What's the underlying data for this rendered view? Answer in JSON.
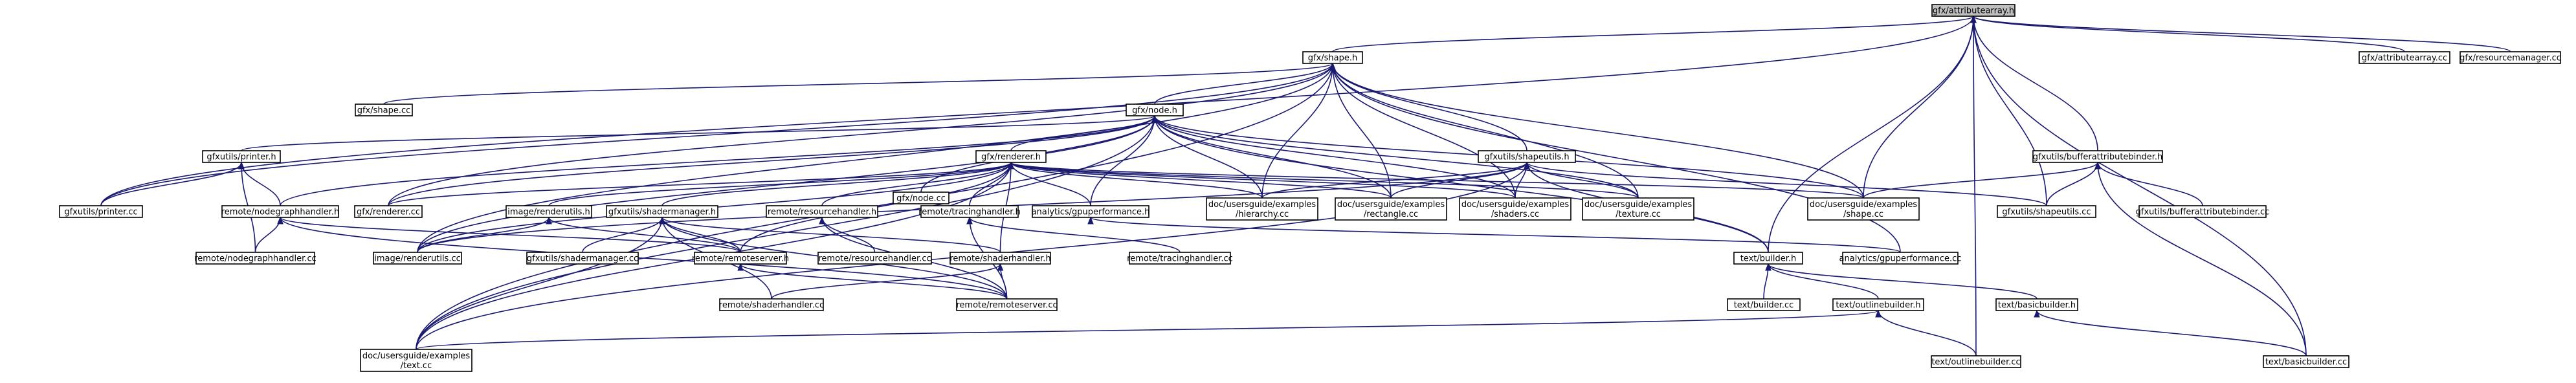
{
  "graph": {
    "nodes": [
      {
        "id": "attributearray_h",
        "lines": [
          "gfx/attributearray.h"
        ],
        "focus": true
      },
      {
        "id": "shape_h",
        "lines": [
          "gfx/shape.h"
        ]
      },
      {
        "id": "attributearray_cc",
        "lines": [
          "gfx/attributearray.cc"
        ]
      },
      {
        "id": "resourcemanager_cc",
        "lines": [
          "gfx/resourcemanager.cc"
        ]
      },
      {
        "id": "node_h",
        "lines": [
          "gfx/node.h"
        ]
      },
      {
        "id": "shape_cc",
        "lines": [
          "gfx/shape.cc"
        ]
      },
      {
        "id": "printer_h",
        "lines": [
          "gfxutils/printer.h"
        ]
      },
      {
        "id": "node_cc",
        "lines": [
          "gfx/node.cc"
        ]
      },
      {
        "id": "renderer_h",
        "lines": [
          "gfx/renderer.h"
        ]
      },
      {
        "id": "shapeutils_h",
        "lines": [
          "gfxutils/shapeutils.h"
        ]
      },
      {
        "id": "bufferattrbinder_h",
        "lines": [
          "gfxutils/bufferattributebinder.h"
        ]
      },
      {
        "id": "printer_cc",
        "lines": [
          "gfxutils/printer.cc"
        ]
      },
      {
        "id": "nodegraphhandler_h",
        "lines": [
          "remote/nodegraphhandler.h"
        ]
      },
      {
        "id": "renderer_cc",
        "lines": [
          "gfx/renderer.cc"
        ]
      },
      {
        "id": "renderutils_h",
        "lines": [
          "image/renderutils.h"
        ]
      },
      {
        "id": "shadermanager_h",
        "lines": [
          "gfxutils/shadermanager.h"
        ]
      },
      {
        "id": "resourcehandler_h",
        "lines": [
          "remote/resourcehandler.h"
        ]
      },
      {
        "id": "tracinghandler_h",
        "lines": [
          "remote/tracinghandler.h"
        ]
      },
      {
        "id": "gpuperformance_h",
        "lines": [
          "analytics/gpuperformance.h"
        ]
      },
      {
        "id": "hierarchy_cc",
        "lines": [
          "doc/usersguide/examples",
          "/hierarchy.cc"
        ]
      },
      {
        "id": "rectangle_cc",
        "lines": [
          "doc/usersguide/examples",
          "/rectangle.cc"
        ]
      },
      {
        "id": "shaders_cc",
        "lines": [
          "doc/usersguide/examples",
          "/shaders.cc"
        ]
      },
      {
        "id": "texture_cc",
        "lines": [
          "doc/usersguide/examples",
          "/texture.cc"
        ]
      },
      {
        "id": "ug_shape_cc",
        "lines": [
          "doc/usersguide/examples",
          "/shape.cc"
        ]
      },
      {
        "id": "shapeutils_cc",
        "lines": [
          "gfxutils/shapeutils.cc"
        ]
      },
      {
        "id": "bufferattrbinder_cc",
        "lines": [
          "gfxutils/bufferattributebinder.cc"
        ]
      },
      {
        "id": "nodegraphhandler_cc",
        "lines": [
          "remote/nodegraphhandler.cc"
        ]
      },
      {
        "id": "renderutils_cc",
        "lines": [
          "image/renderutils.cc"
        ]
      },
      {
        "id": "shadermanager_cc",
        "lines": [
          "gfxutils/shadermanager.cc"
        ]
      },
      {
        "id": "remoteserver_h",
        "lines": [
          "remote/remoteserver.h"
        ]
      },
      {
        "id": "resourcehandler_cc",
        "lines": [
          "remote/resourcehandler.cc"
        ]
      },
      {
        "id": "shaderhandler_h",
        "lines": [
          "remote/shaderhandler.h"
        ]
      },
      {
        "id": "tracinghandler_cc",
        "lines": [
          "remote/tracinghandler.cc"
        ]
      },
      {
        "id": "builder_h",
        "lines": [
          "text/builder.h"
        ]
      },
      {
        "id": "gpuperformance_cc",
        "lines": [
          "analytics/gpuperformance.cc"
        ]
      },
      {
        "id": "shaderhandler_cc",
        "lines": [
          "remote/shaderhandler.cc"
        ]
      },
      {
        "id": "remoteserver_cc",
        "lines": [
          "remote/remoteserver.cc"
        ]
      },
      {
        "id": "builder_cc",
        "lines": [
          "text/builder.cc"
        ]
      },
      {
        "id": "outlinebuilder_h",
        "lines": [
          "text/outlinebuilder.h"
        ]
      },
      {
        "id": "basicbuilder_h",
        "lines": [
          "text/basicbuilder.h"
        ]
      },
      {
        "id": "ug_text_cc",
        "lines": [
          "doc/usersguide/examples",
          "/text.cc"
        ]
      },
      {
        "id": "outlinebuilder_cc",
        "lines": [
          "text/outlinebuilder.cc"
        ]
      },
      {
        "id": "basicbuilder_cc",
        "lines": [
          "text/basicbuilder.cc"
        ]
      }
    ],
    "edges": [
      [
        "attributearray_h",
        "shape_h"
      ],
      [
        "attributearray_h",
        "attributearray_cc"
      ],
      [
        "attributearray_h",
        "resourcemanager_cc"
      ],
      [
        "attributearray_h",
        "printer_cc"
      ],
      [
        "attributearray_h",
        "bufferattrbinder_h"
      ],
      [
        "attributearray_h",
        "ug_shape_cc"
      ],
      [
        "attributearray_h",
        "shapeutils_cc"
      ],
      [
        "attributearray_h",
        "builder_h"
      ],
      [
        "attributearray_h",
        "outlinebuilder_cc"
      ],
      [
        "attributearray_h",
        "basicbuilder_cc"
      ],
      [
        "shape_h",
        "node_h"
      ],
      [
        "shape_h",
        "shape_cc"
      ],
      [
        "shape_h",
        "shapeutils_h"
      ],
      [
        "shape_h",
        "printer_cc"
      ],
      [
        "shape_h",
        "renderer_cc"
      ],
      [
        "shape_h",
        "hierarchy_cc"
      ],
      [
        "shape_h",
        "rectangle_cc"
      ],
      [
        "shape_h",
        "shaders_cc"
      ],
      [
        "shape_h",
        "texture_cc"
      ],
      [
        "shape_h",
        "ug_shape_cc"
      ],
      [
        "shape_h",
        "ug_text_cc"
      ],
      [
        "shape_h",
        "gpuperformance_cc"
      ],
      [
        "shape_h",
        "renderutils_cc"
      ],
      [
        "node_h",
        "node_cc"
      ],
      [
        "node_h",
        "renderer_h"
      ],
      [
        "node_h",
        "printer_h"
      ],
      [
        "node_h",
        "nodegraphhandler_h"
      ],
      [
        "node_h",
        "renderer_cc"
      ],
      [
        "node_h",
        "gpuperformance_h"
      ],
      [
        "node_h",
        "hierarchy_cc"
      ],
      [
        "node_h",
        "rectangle_cc"
      ],
      [
        "node_h",
        "shaders_cc"
      ],
      [
        "node_h",
        "texture_cc"
      ],
      [
        "node_h",
        "ug_shape_cc"
      ],
      [
        "node_h",
        "ug_text_cc"
      ],
      [
        "node_h",
        "renderutils_cc"
      ],
      [
        "node_h",
        "builder_h"
      ],
      [
        "printer_h",
        "printer_cc"
      ],
      [
        "printer_h",
        "nodegraphhandler_h"
      ],
      [
        "printer_h",
        "nodegraphhandler_cc"
      ],
      [
        "renderer_h",
        "renderer_cc"
      ],
      [
        "renderer_h",
        "renderutils_h"
      ],
      [
        "renderer_h",
        "shadermanager_h"
      ],
      [
        "renderer_h",
        "resourcehandler_h"
      ],
      [
        "renderer_h",
        "tracinghandler_h"
      ],
      [
        "renderer_h",
        "gpuperformance_h"
      ],
      [
        "renderer_h",
        "hierarchy_cc"
      ],
      [
        "renderer_h",
        "rectangle_cc"
      ],
      [
        "renderer_h",
        "shaders_cc"
      ],
      [
        "renderer_h",
        "texture_cc"
      ],
      [
        "renderer_h",
        "remoteserver_h"
      ],
      [
        "renderer_h",
        "shaderhandler_h"
      ],
      [
        "renderer_h",
        "ug_text_cc"
      ],
      [
        "renderer_h",
        "ug_shape_cc"
      ],
      [
        "renderer_h",
        "renderutils_cc"
      ],
      [
        "shapeutils_h",
        "hierarchy_cc"
      ],
      [
        "shapeutils_h",
        "rectangle_cc"
      ],
      [
        "shapeutils_h",
        "shaders_cc"
      ],
      [
        "shapeutils_h",
        "texture_cc"
      ],
      [
        "shapeutils_h",
        "shapeutils_cc"
      ],
      [
        "shapeutils_h",
        "ug_text_cc"
      ],
      [
        "shapeutils_h",
        "renderutils_cc"
      ],
      [
        "shapeutils_h",
        "builder_h"
      ],
      [
        "bufferattrbinder_h",
        "ug_shape_cc"
      ],
      [
        "bufferattrbinder_h",
        "shapeutils_cc"
      ],
      [
        "bufferattrbinder_h",
        "bufferattrbinder_cc"
      ],
      [
        "bufferattrbinder_h",
        "basicbuilder_cc"
      ],
      [
        "nodegraphhandler_h",
        "nodegraphhandler_cc"
      ],
      [
        "nodegraphhandler_h",
        "remoteserver_h"
      ],
      [
        "nodegraphhandler_h",
        "remoteserver_cc"
      ],
      [
        "renderutils_h",
        "renderutils_cc"
      ],
      [
        "renderutils_h",
        "remoteserver_h"
      ],
      [
        "shadermanager_h",
        "shadermanager_cc"
      ],
      [
        "shadermanager_h",
        "remoteserver_h"
      ],
      [
        "shadermanager_h",
        "shaderhandler_h"
      ],
      [
        "shadermanager_h",
        "ug_text_cc"
      ],
      [
        "shadermanager_h",
        "shaderhandler_cc"
      ],
      [
        "shadermanager_h",
        "remoteserver_cc"
      ],
      [
        "resourcehandler_h",
        "resourcehandler_cc"
      ],
      [
        "resourcehandler_h",
        "remoteserver_cc"
      ],
      [
        "tracinghandler_h",
        "tracinghandler_cc"
      ],
      [
        "tracinghandler_h",
        "remoteserver_cc"
      ],
      [
        "gpuperformance_h",
        "gpuperformance_cc"
      ],
      [
        "remoteserver_h",
        "remoteserver_cc"
      ],
      [
        "shaderhandler_h",
        "shaderhandler_cc"
      ],
      [
        "shaderhandler_h",
        "remoteserver_cc"
      ],
      [
        "builder_h",
        "builder_cc"
      ],
      [
        "builder_h",
        "outlinebuilder_h"
      ],
      [
        "builder_h",
        "basicbuilder_h"
      ],
      [
        "outlinebuilder_h",
        "outlinebuilder_cc"
      ],
      [
        "outlinebuilder_h",
        "ug_text_cc"
      ],
      [
        "basicbuilder_h",
        "basicbuilder_cc"
      ]
    ]
  }
}
